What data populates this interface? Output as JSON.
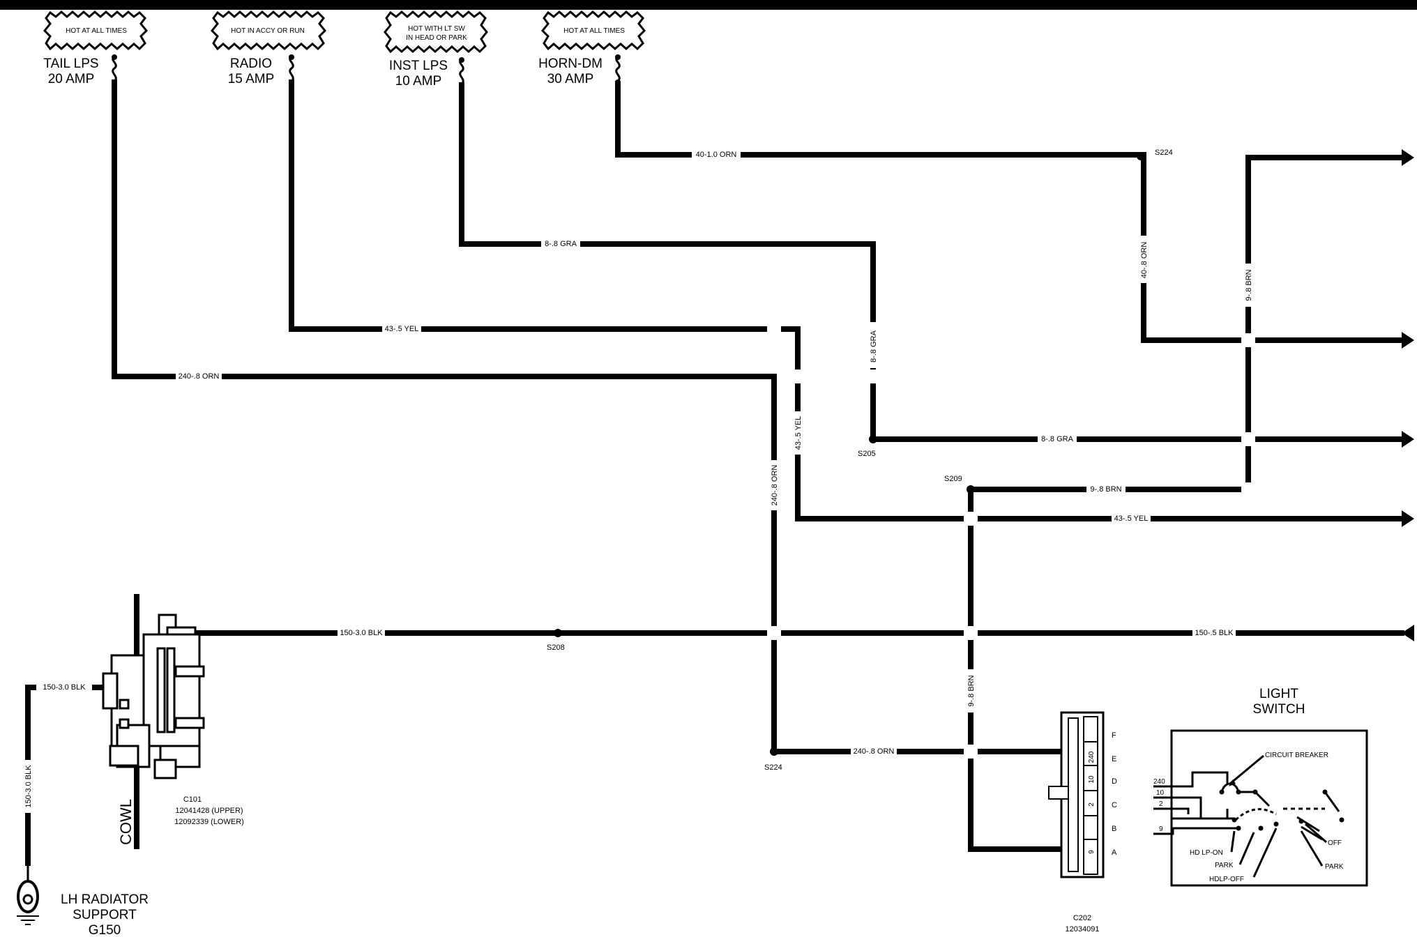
{
  "fuses": [
    {
      "hot": "HOT AT ALL TIMES",
      "name": "TAIL LPS",
      "rating": "20 AMP"
    },
    {
      "hot": "HOT IN ACCY OR RUN",
      "name": "RADIO",
      "rating": "15 AMP"
    },
    {
      "hot_line1": "HOT WITH LT SW",
      "hot_line2": "IN HEAD OR PARK",
      "name": "INST LPS",
      "rating": "10 AMP"
    },
    {
      "hot": "HOT AT ALL TIMES",
      "name": "HORN-DM",
      "rating": "30 AMP"
    }
  ],
  "wires": {
    "horn_h": "40-1.0 ORN",
    "inst_h": "8-.8 GRA",
    "radio_h": "43-.5 YEL",
    "tail_h": "240-.8 ORN",
    "s224_v": "40-.8 ORN",
    "brn_v": "9-.8 BRN",
    "gra_v": "8-.8 GRA",
    "yel_v": "43-.5 YEL",
    "orn_v": "240-.8 ORN",
    "gra_h2": "8-.8 GRA",
    "brn_h": "9-.8 BRN",
    "yel_h2": "43-.5 YEL",
    "blk_main": "150-3.0 BLK",
    "blk_right": "150-.5 BLK",
    "brn_v2": "9-.8 BRN",
    "orn_h2": "240-.8 ORN",
    "blk_ground_h": "150-3.0 BLK",
    "blk_ground_v": "150-3.0 BLK"
  },
  "splices": {
    "s224_top": "S224",
    "s205": "S205",
    "s209": "S209",
    "s208": "S208",
    "s224_bottom": "S224"
  },
  "c101": {
    "title": "C101",
    "upper": "12041428 (UPPER)",
    "lower": "12092339 (LOWER)",
    "cowl": "COWL"
  },
  "ground": {
    "line1": "LH RADIATOR",
    "line2": "SUPPORT",
    "line3": "G150"
  },
  "c202": {
    "title": "C202",
    "part": "12034091",
    "pins": [
      "F",
      "E",
      "D",
      "C",
      "B",
      "A"
    ],
    "cavity_labels": [
      "240",
      "10",
      "2",
      "9"
    ]
  },
  "light_switch": {
    "title_line1": "LIGHT",
    "title_line2": "SWITCH",
    "terminals": [
      "240",
      "10",
      "2",
      "9"
    ],
    "circuit_breaker": "CIRCUIT BREAKER",
    "hd_lp_on": "HD LP-ON",
    "park_left": "PARK",
    "hdlp_off": "HDLP-OFF",
    "off": "OFF",
    "park_right": "PARK"
  }
}
